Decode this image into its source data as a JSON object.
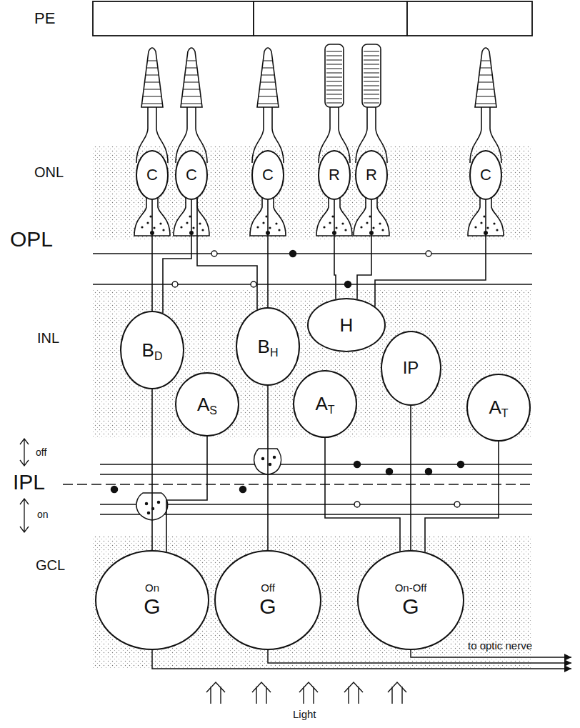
{
  "diagram": {
    "nodes": [
      {
        "text": [
          "C"
        ]
      },
      {
        "text": [
          "C"
        ]
      },
      {
        "text": [
          "C"
        ]
      },
      {
        "text": [
          "R"
        ]
      },
      {
        "text": [
          "R"
        ]
      },
      {
        "text": [
          "C"
        ]
      },
      {
        "text": [
          "B",
          "D"
        ]
      },
      {
        "text": [
          "B",
          "H"
        ]
      },
      {
        "text": [
          "H"
        ]
      },
      {
        "text": [
          "A",
          "S"
        ]
      },
      {
        "text": [
          "A",
          "T"
        ]
      },
      {
        "text": [
          "IP"
        ]
      },
      {
        "text": [
          "A",
          "T"
        ]
      },
      {
        "text": [
          "On",
          "G"
        ]
      },
      {
        "text": [
          "Off",
          "G"
        ]
      },
      {
        "text": [
          "On-Off",
          "G"
        ]
      }
    ],
    "edges": [
      {
        "from": 0,
        "to": 6,
        "arrow": "none"
      },
      {
        "from": 1,
        "to": 6,
        "arrow": "none"
      },
      {
        "from": 1,
        "to": 7,
        "arrow": "none"
      },
      {
        "from": 2,
        "to": 7,
        "arrow": "none"
      },
      {
        "from": 3,
        "to": 8,
        "arrow": "none"
      },
      {
        "from": 4,
        "to": 8,
        "arrow": "none"
      },
      {
        "from": 5,
        "to": 8,
        "arrow": "none"
      },
      {
        "from": 6,
        "to": 13,
        "arrow": "none"
      },
      {
        "from": 7,
        "to": 14,
        "arrow": "none"
      },
      {
        "from": 9,
        "to": 13,
        "arrow": "none"
      },
      {
        "from": 10,
        "to": 15,
        "arrow": "none"
      },
      {
        "from": 11,
        "to": 15,
        "arrow": "none"
      },
      {
        "from": 12,
        "to": 15,
        "arrow": "none"
      }
    ],
    "labels": [
      "PE",
      "ONL",
      "OPL",
      "INL",
      "IPL",
      "off",
      "on",
      "GCL",
      "to optic nerve",
      "Light"
    ]
  }
}
